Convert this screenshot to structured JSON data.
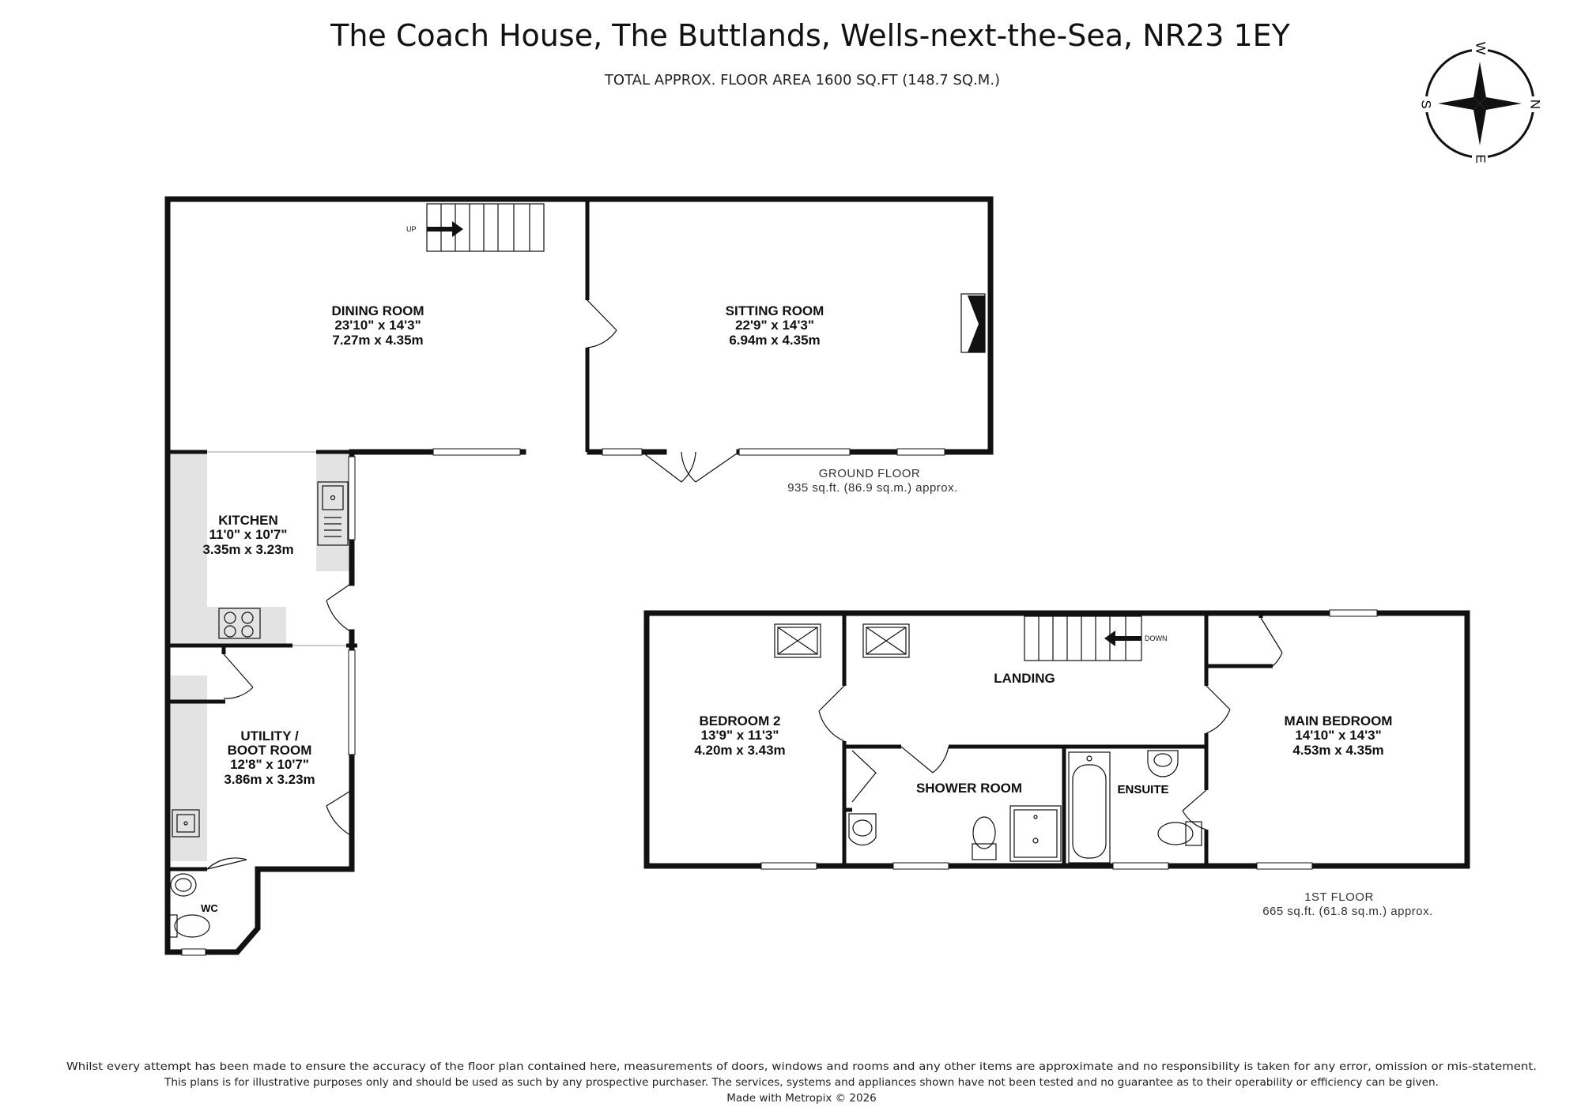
{
  "header": {
    "title": "The Coach House, The Buttlands, Wells-next-the-Sea, NR23 1EY",
    "subtitle": "TOTAL APPROX. FLOOR AREA 1600 SQ.FT (148.7 SQ.M.)"
  },
  "compass": {
    "n": "N",
    "e": "E",
    "s": "S",
    "w": "W"
  },
  "ground_floor": {
    "label": "GROUND FLOOR",
    "area": "935 sq.ft. (86.9 sq.m.) approx.",
    "stairs_label": "UP",
    "rooms": {
      "dining": {
        "name": "DINING ROOM",
        "imperial": "23'10\"  x 14'3\"",
        "metric": "7.27m  x 4.35m"
      },
      "sitting": {
        "name": "SITTING ROOM",
        "imperial": "22'9\"  x 14'3\"",
        "metric": "6.94m  x 4.35m"
      },
      "kitchen": {
        "name": "KITCHEN",
        "imperial": "11'0\"  x 10'7\"",
        "metric": "3.35m  x 3.23m"
      },
      "utility": {
        "name_line1": "UTILITY /",
        "name_line2": "BOOT ROOM",
        "imperial": "12'8\"  x 10'7\"",
        "metric": "3.86m  x 3.23m"
      },
      "wc": {
        "name": "WC"
      }
    }
  },
  "first_floor": {
    "label": "1ST FLOOR",
    "area": "665 sq.ft. (61.8 sq.m.) approx.",
    "stairs_label": "DOWN",
    "rooms": {
      "bedroom2": {
        "name": "BEDROOM 2",
        "imperial": "13'9\"  x 11'3\"",
        "metric": "4.20m  x 3.43m"
      },
      "landing": {
        "name": "LANDING"
      },
      "main_bedroom": {
        "name": "MAIN BEDROOM",
        "imperial": "14'10\"  x 14'3\"",
        "metric": "4.53m  x 4.35m"
      },
      "shower": {
        "name": "SHOWER ROOM"
      },
      "ensuite": {
        "name": "ENSUITE"
      }
    }
  },
  "footer": {
    "line1": "Whilst every attempt has been made to ensure the accuracy of the floor plan contained here, measurements of doors, windows and rooms and any other items are approximate and no responsibility is taken for any error, omission or mis-statement.",
    "line2": "This plans is for illustrative purposes only and should be used as such by any prospective purchaser. The services, systems and appliances shown have not been tested and no guarantee as to their operability or efficiency can be given.",
    "line3": "Made with Metropix © 2026"
  },
  "colors": {
    "wall": "#111111",
    "counter": "#e3e3e3",
    "background": "#ffffff"
  }
}
